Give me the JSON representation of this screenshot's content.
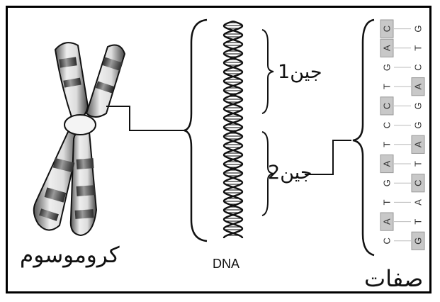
{
  "labels": {
    "chromosome": "كروموسوم",
    "dna": "DNA",
    "gene1": "جين1",
    "gene2": "جين2",
    "traits": "صفات"
  },
  "sequence": {
    "left_strand": [
      "C",
      "A",
      "G",
      "T",
      "C",
      "C",
      "T",
      "A",
      "G",
      "T",
      "A",
      "C"
    ],
    "right_strand": [
      "G",
      "T",
      "C",
      "A",
      "G",
      "G",
      "A",
      "T",
      "C",
      "A",
      "T",
      "G"
    ],
    "left_shaded": [
      true,
      true,
      false,
      false,
      true,
      false,
      false,
      true,
      false,
      false,
      true,
      false
    ],
    "right_shaded": [
      false,
      false,
      false,
      true,
      false,
      false,
      true,
      false,
      true,
      false,
      false,
      true
    ]
  },
  "colors": {
    "line": "#111111",
    "band_light": "#f2f2f2",
    "band_mid": "#bdbdbd",
    "band_dark": "#7a7a7a",
    "cell_shade": "#c8c8c8"
  }
}
